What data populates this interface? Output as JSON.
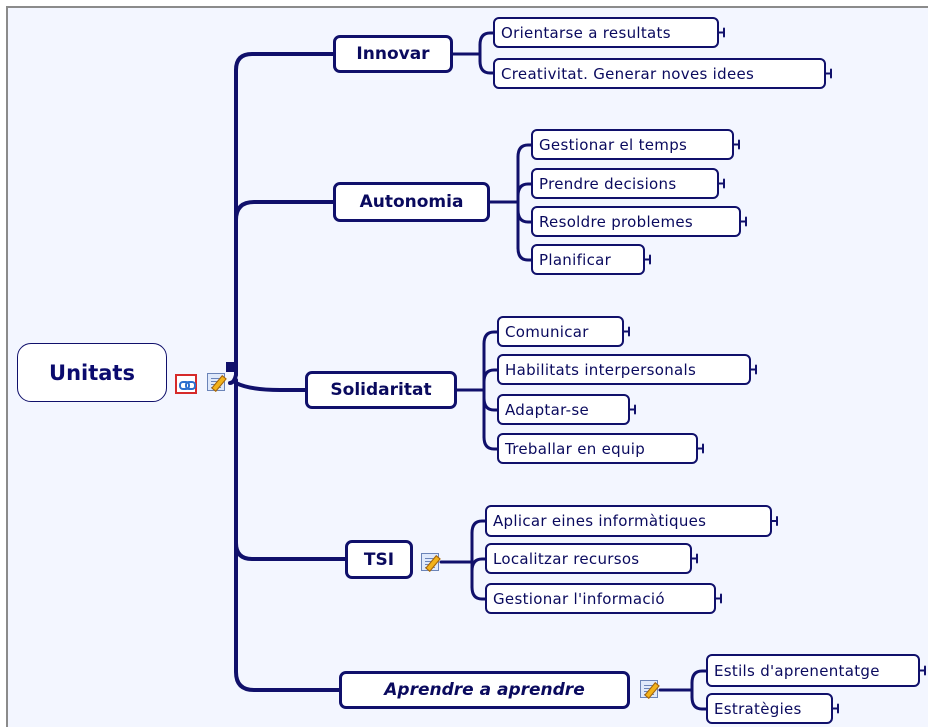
{
  "map": {
    "central": "Unitats",
    "branches": [
      {
        "label": "Innovar",
        "children": [
          "Orientarse a resultats",
          "Creativitat. Generar noves idees"
        ]
      },
      {
        "label": "Autonomia",
        "children": [
          "Gestionar el temps",
          "Prendre decisions",
          "Resoldre problemes",
          "Planificar"
        ]
      },
      {
        "label": "Solidaritat",
        "children": [
          "Comunicar",
          "Habilitats interpersonals",
          "Adaptar-se",
          "Treballar en equip"
        ]
      },
      {
        "label": "TSI",
        "children": [
          "Aplicar eines informàtiques",
          "Localitzar recursos",
          "Gestionar l'informació"
        ]
      },
      {
        "label": "Aprendre  a aprendre",
        "children": [
          "Estils d'aprenentatge",
          "Estratègies"
        ]
      }
    ]
  },
  "icons": {
    "central_link": "hyperlink-icon",
    "central_note": "note-icon",
    "tsi_note": "note-icon",
    "aprendre_note": "note-icon"
  },
  "colors": {
    "line": "#10106b",
    "node_border": "#10106b",
    "background": "#f3f6ff"
  }
}
